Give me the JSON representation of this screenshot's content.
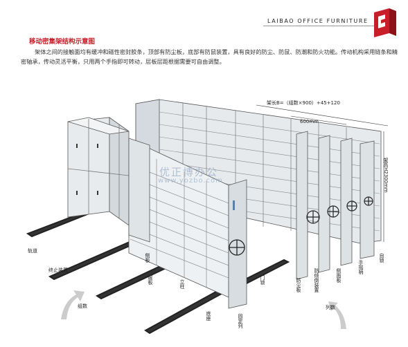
{
  "header": {
    "brand": "LAIBAO OFFICE FURNITURE",
    "title": "移动密集架结构示意图",
    "description": "架体之间的接触面均有缓冲和磁性密封胶条，顶部有防尘板，底部有防鼠装置，具有良好的防尘、防鼠、防潮和防火功能。传动机构采用链条和精密轴承，传动灵活平衡，只用两个手指即可转动，层板层距根据需要可自由调整。"
  },
  "dimensions": {
    "length": "架长B=（组数×900）+45+120",
    "depth": "600mm",
    "height": "架高H2300mm"
  },
  "labels": {
    "rail": "轨道",
    "stopper": "终止装置",
    "groups": "组数",
    "columns": "列数",
    "side_panel": "侧板",
    "shelf": "层板",
    "post": "立柱",
    "base": "底座",
    "fixed_column": "固定列",
    "door_lock": "门锁",
    "anti_tip": "防倾倒装置",
    "side_plate": "侧面板",
    "handle": "手摇柄",
    "self_lock": "自锁",
    "anti_dust": "防尘板"
  },
  "watermark": {
    "line1": "优正博办公",
    "line2": "www.yozbo.com"
  },
  "colors": {
    "accent": "#c81e2a",
    "shelf_face": "#e9edf0",
    "shelf_side": "#d2d8dc",
    "outline": "#555555"
  }
}
